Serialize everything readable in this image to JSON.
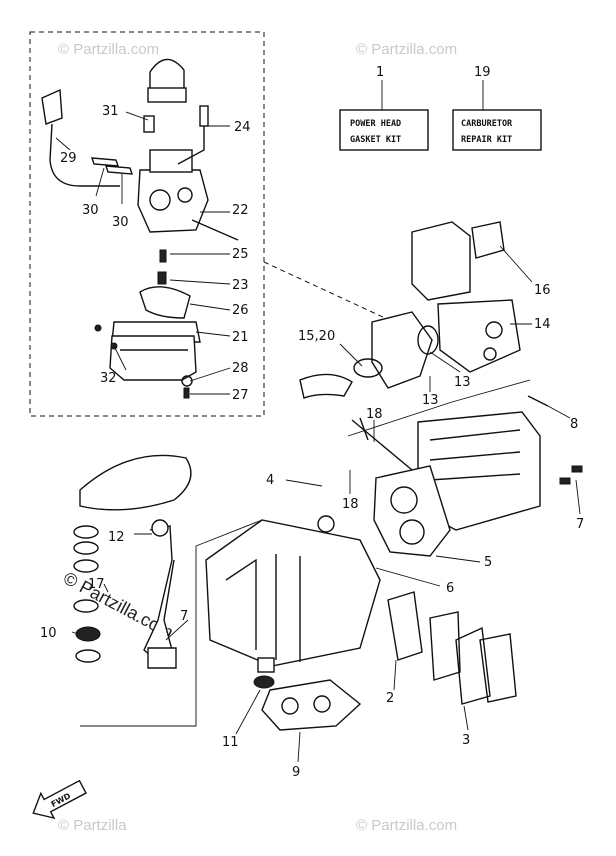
{
  "watermark": {
    "text": "© Partzilla.com",
    "short": "© Partzilla"
  },
  "kits": [
    {
      "callout": "1",
      "line1": "POWER HEAD",
      "line2": "GASKET KIT"
    },
    {
      "callout": "19",
      "line1": "CARBURETOR",
      "line2": "REPAIR KIT"
    }
  ],
  "callouts": {
    "c2": "2",
    "c3": "3",
    "c4": "4",
    "c5": "5",
    "c6": "6",
    "c7a": "7",
    "c7b": "7",
    "c8": "8",
    "c9": "9",
    "c10": "10",
    "c11": "11",
    "c12": "12",
    "c13a": "13",
    "c13b": "13",
    "c14": "14",
    "c1520": "15,20",
    "c16": "16",
    "c17": "17",
    "c18a": "18",
    "c18b": "18",
    "c21": "21",
    "c22": "22",
    "c23": "23",
    "c24": "24",
    "c25": "25",
    "c26": "26",
    "c27": "27",
    "c28": "28",
    "c29": "29",
    "c30a": "30",
    "c30b": "30",
    "c31": "31",
    "c32": "32"
  },
  "fwd_label": "FWD"
}
